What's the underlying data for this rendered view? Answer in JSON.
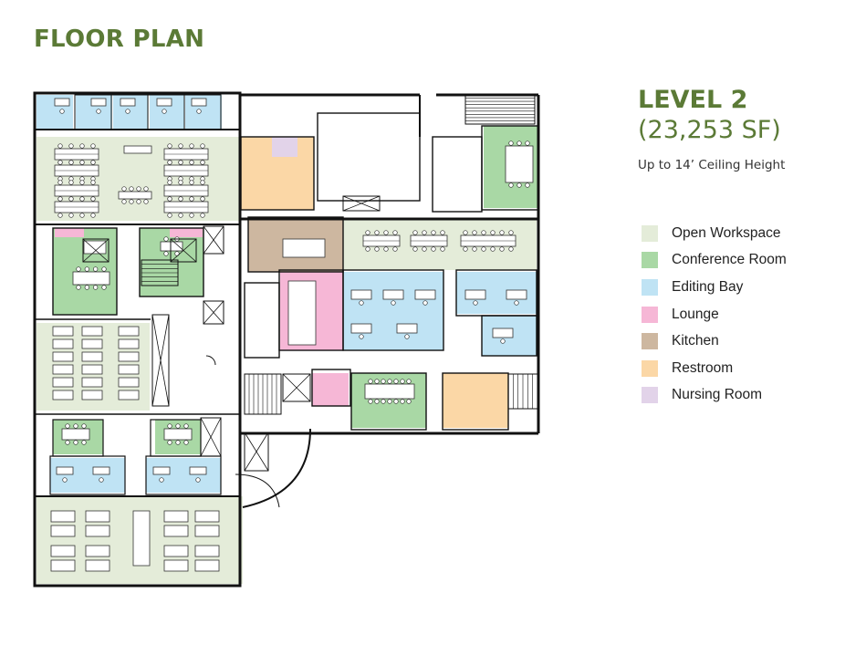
{
  "header": {
    "title": "FLOOR PLAN"
  },
  "level": {
    "name": "LEVEL 2",
    "area": "(23,253 SF)",
    "ceiling": "Up to 14’ Ceiling Height"
  },
  "legend": [
    {
      "label": "Open Workspace",
      "color": "#e4ecd9"
    },
    {
      "label": "Conference Room",
      "color": "#a9d8a5"
    },
    {
      "label": "Editing Bay",
      "color": "#bfe3f4"
    },
    {
      "label": "Lounge",
      "color": "#f6b7d6"
    },
    {
      "label": "Kitchen",
      "color": "#cdb7a0"
    },
    {
      "label": "Restroom",
      "color": "#fbd7a6"
    },
    {
      "label": "Nursing Room",
      "color": "#e2d3e9"
    }
  ],
  "colors": {
    "accent": "#5b7a36",
    "wall": "#111111"
  }
}
